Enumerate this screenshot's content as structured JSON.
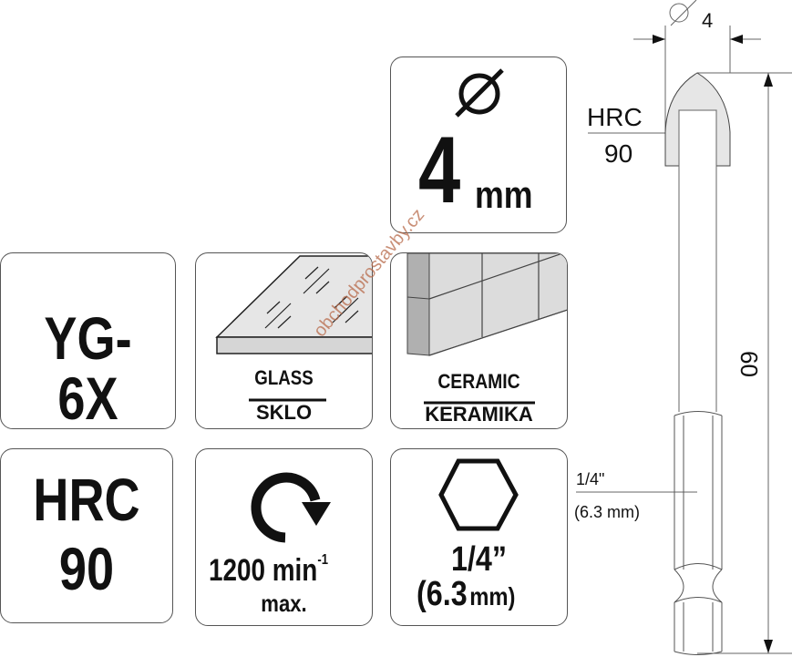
{
  "cards": {
    "diameter": {
      "symbol": "Ø",
      "value": "4",
      "unit": "mm",
      "icon": "diameter-icon"
    },
    "material_grade": {
      "label": "YG-6X"
    },
    "glass": {
      "label_en": "GLASS",
      "label_cz": "SKLO",
      "icon": "glass-pane-icon"
    },
    "ceramic": {
      "label_en": "CERAMIC",
      "label_cz": "KERAMIKA",
      "icon": "ceramic-tiles-icon"
    },
    "hardness": {
      "line1": "HRC",
      "line2": "90"
    },
    "speed": {
      "value": "1200 min",
      "superscript": "-1",
      "qualifier": "max.",
      "icon": "clockwise-rotation-icon"
    },
    "shank": {
      "size": "1/4”",
      "metric": "(6.3",
      "metric_unit": "mm)",
      "icon": "hexagon-icon"
    }
  },
  "drawing": {
    "diameter_label": "4",
    "diameter_symbol": "Ø",
    "tip_hardness_line1": "HRC",
    "tip_hardness_line2": "90",
    "length_label": "60",
    "shank_label_line1": "1/4\"",
    "shank_label_line2": "(6.3 mm)"
  },
  "watermark": "obchodprostavby.cz",
  "colors": {
    "line": "#555555",
    "text": "#111111",
    "fill_light": "#e6e6e6",
    "fill_mid": "#d4d4d4",
    "fill_dark": "#b0b0b0",
    "watermark": "#b86a4a"
  }
}
